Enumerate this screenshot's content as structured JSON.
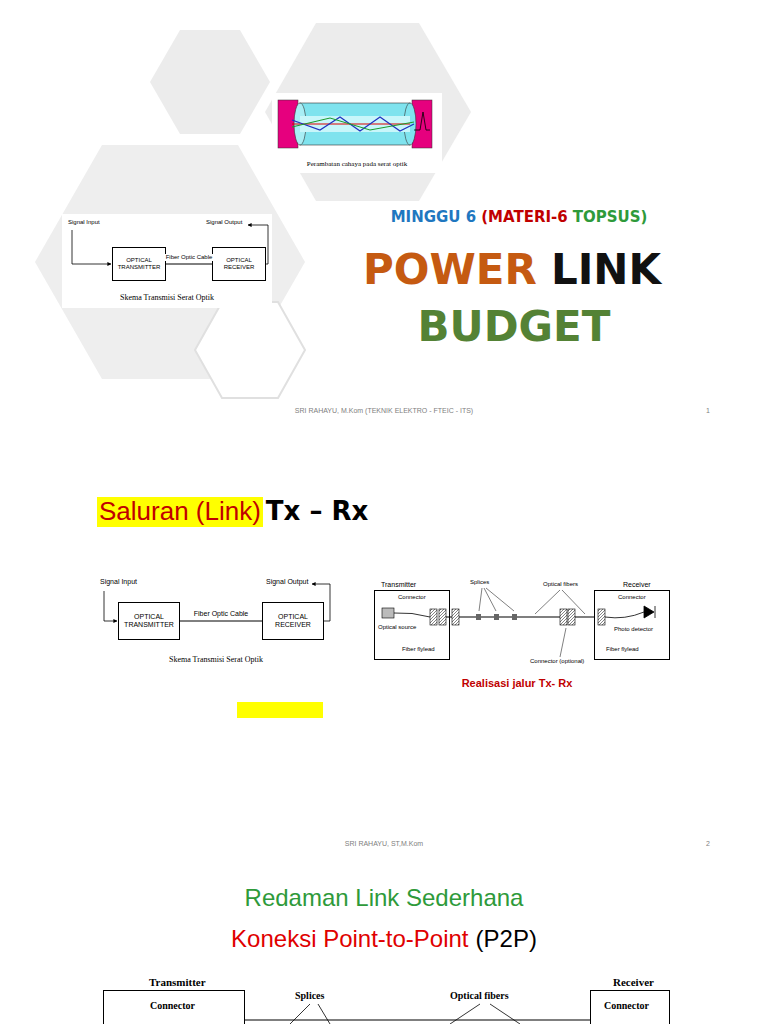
{
  "diagram": {
    "nodes": [
      {
        "text": [
          "OPTICAL TRANSMITTER"
        ]
      },
      {
        "text": [
          "OPTICAL RECEIVER"
        ]
      },
      {
        "text": [
          "OPTICAL TRANSMITTER"
        ]
      },
      {
        "text": [
          "OPTICAL RECEIVER"
        ]
      },
      {
        "text": [
          "Transmitter"
        ]
      },
      {
        "text": [
          "Receiver"
        ]
      },
      {
        "text": [
          "Transmitter"
        ]
      },
      {
        "text": [
          "Receiver"
        ]
      }
    ],
    "edges": [
      {
        "from": 0,
        "to": 1,
        "label": "Fiber Optic Cable",
        "arrow": "none"
      },
      {
        "from": 2,
        "to": 3,
        "label": "Fiber Optic Cable",
        "arrow": "none"
      }
    ],
    "labels": [
      "MINGGU 6",
      "(MATERI-6",
      "TOPSUS)",
      "POWER",
      "LINK",
      "BUDGET",
      "Perambatan cahaya pada serat optik",
      "Signal Input",
      "Signal Output",
      "Skema Transmisi Serat Optik",
      "SRI RAHAYU, M.Kom (TEKNIK ELEKTRO - FTEIC - ITS)",
      "1",
      "Saluran (Link)",
      "Tx – Rx",
      "Signal Input",
      "Signal Output",
      "Skema Transmisi Serat Optik",
      "Connector",
      "Splices",
      "Optical fibers",
      "Connector",
      "Optical source",
      "Fiber flylead",
      "Connector (optional)",
      "Photo detector",
      "Fiber flylead",
      "Realisasi jalur Tx- Rx",
      "SRI RAHAYU, ST,M.Kom",
      "2",
      "Redaman Link Sederhana",
      "Koneksi Point-to-Point",
      "(P2P)",
      "Connector",
      "Splices",
      "Optical fibers",
      "Connector"
    ]
  }
}
